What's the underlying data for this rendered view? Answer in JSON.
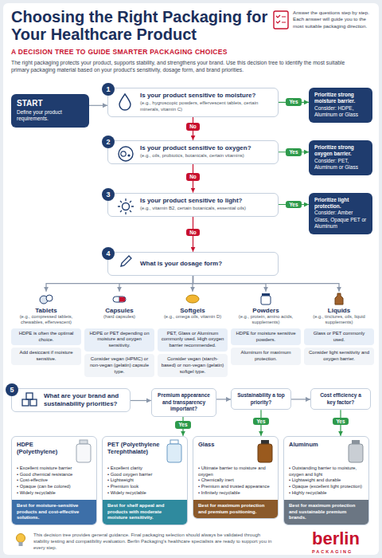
{
  "diagram": {
    "title": "Choosing the Right Packaging for Your Healthcare Product",
    "nodes": [
      {
        "text": [
          "START",
          "Define your product requirements."
        ]
      },
      {
        "text": [
          "1",
          "Is your product sensitive to moisture?",
          "(e.g., hygroscopic powders, effervescent tablets, certain minerals, vitamin C)"
        ]
      },
      {
        "text": [
          "Prioritize strong moisture barrier.",
          "Consider: HDPE, Aluminum or Glass"
        ]
      },
      {
        "text": [
          "2",
          "Is your product sensitive to oxygen?",
          "(e.g., oils, probiotics, botanicals, certain vitamins)"
        ]
      },
      {
        "text": [
          "Prioritize strong oxygen barrier.",
          "Consider: PET, Aluminum or Glass"
        ]
      },
      {
        "text": [
          "3",
          "Is your product sensitive to light?",
          "(e.g., vitamin B2, certain botanicals, essential oils)"
        ]
      },
      {
        "text": [
          "Prioritize light protection.",
          "Consider: Amber Glass, Opaque PET or Aluminum"
        ]
      },
      {
        "text": [
          "4",
          "What is your dosage form?"
        ]
      },
      {
        "text": [
          "Tablets",
          "(e.g., compressed tablets, chewables, effervescent)",
          "HDPE is often the optimal choice.",
          "Add desiccant if moisture sensitive."
        ]
      },
      {
        "text": [
          "Capsules",
          "(hard capsules)",
          "HDPE or PET depending on moisture and oxygen sensitivity.",
          "Consider vegan (HPMC) or non-vegan (gelatin) capsule type."
        ]
      },
      {
        "text": [
          "Softgels",
          "(e.g., omega oils, vitamin D)",
          "PET, Glass or Aluminum commonly used. High oxygen barrier recommended.",
          "Consider vegan (starch-based) or non-vegan (gelatin) softgel type."
        ]
      },
      {
        "text": [
          "Powders",
          "(e.g., protein, amino acids, supplements)",
          "HDPE for moisture sensitive powders.",
          "Aluminum for maximum protection."
        ]
      },
      {
        "text": [
          "Liquids",
          "(e.g., tinctures, oils, liquid supplements)",
          "Glass or PET commonly used.",
          "Consider light sensitivity and oxygen barrier."
        ]
      },
      {
        "text": [
          "5",
          "What are your brand and sustainability priorities?"
        ]
      },
      {
        "text": [
          "Premium appearance and transparency important?"
        ]
      },
      {
        "text": [
          "Sustainability a top priority?"
        ]
      },
      {
        "text": [
          "Cost efficiency a key factor?"
        ]
      },
      {
        "text": [
          "HDPE (Polyethylene)",
          "• Excellent moisture barrier",
          "• Good chemical resistance",
          "• Cost-effective",
          "• Opaque (can be colored)",
          "• Widely recyclable",
          "Best for moisture-sensitive products and cost-effective solutions."
        ]
      },
      {
        "text": [
          "PET (Polyethylene Terephthalate)",
          "• Excellent clarity",
          "• Good oxygen barrier",
          "• Lightweight",
          "• Premium look",
          "• Widely recyclable",
          "Best for shelf appeal and products with moderate moisture sensitivity."
        ]
      },
      {
        "text": [
          "Glass",
          "• Ultimate barrier to moisture and oxygen",
          "• Chemically inert",
          "• Premium and trusted appearance",
          "• Infinitely recyclable",
          "Best for maximum protection and premium positioning."
        ]
      },
      {
        "text": [
          "Aluminum",
          "• Outstanding barrier to moisture, oxygen and light",
          "• Lightweight and durable",
          "• Opaque (excellent light protection)",
          "• Highly recyclable",
          "Best for maximum protection and sustainable premium brands."
        ]
      }
    ],
    "edges": [
      {
        "from": 0,
        "to": 1,
        "arrow": "to"
      },
      {
        "from": 1,
        "to": 2,
        "label": "Yes",
        "arrow": "to"
      },
      {
        "from": 1,
        "to": 3,
        "label": "No",
        "arrow": "to"
      },
      {
        "from": 3,
        "to": 4,
        "label": "Yes",
        "arrow": "to"
      },
      {
        "from": 3,
        "to": 5,
        "label": "No",
        "arrow": "to"
      },
      {
        "from": 5,
        "to": 6,
        "label": "Yes",
        "arrow": "to"
      },
      {
        "from": 5,
        "to": 7,
        "label": "No",
        "arrow": "to"
      },
      {
        "from": 7,
        "to": 8,
        "arrow": "to"
      },
      {
        "from": 7,
        "to": 9,
        "arrow": "to"
      },
      {
        "from": 7,
        "to": 10,
        "arrow": "to"
      },
      {
        "from": 7,
        "to": 11,
        "arrow": "to"
      },
      {
        "from": 7,
        "to": 12,
        "arrow": "to"
      },
      {
        "from": 13,
        "to": 14,
        "arrow": "to"
      },
      {
        "from": 14,
        "to": 15,
        "arrow": "to"
      },
      {
        "from": 15,
        "to": 16,
        "arrow": "to"
      },
      {
        "from": 14,
        "to": 18,
        "label": "Yes",
        "arrow": "to"
      },
      {
        "from": 15,
        "to": 19,
        "label": "Yes",
        "arrow": "to"
      },
      {
        "from": 16,
        "to": 20,
        "label": "Yes",
        "arrow": "to"
      }
    ],
    "labels": [
      "Answer the questions step by step. Each answer will guide you to the most suitable packaging direction.",
      "A DECISION TREE TO GUIDE SMARTER PACKAGING CHOICES",
      "The right packaging protects your product, supports stability, and strengthens your brand. Use this decision tree to identify the most suitable primary packaging material based on your product's sensitivity, dosage form, and brand priorities.",
      "This decision tree provides general guidance. Final packaging selection should always be validated through stability testing and compatibility evaluation. Berlin Packaging's healthcare specialists are ready to support you in every step.",
      "berlin",
      "PACKAGING"
    ]
  }
}
